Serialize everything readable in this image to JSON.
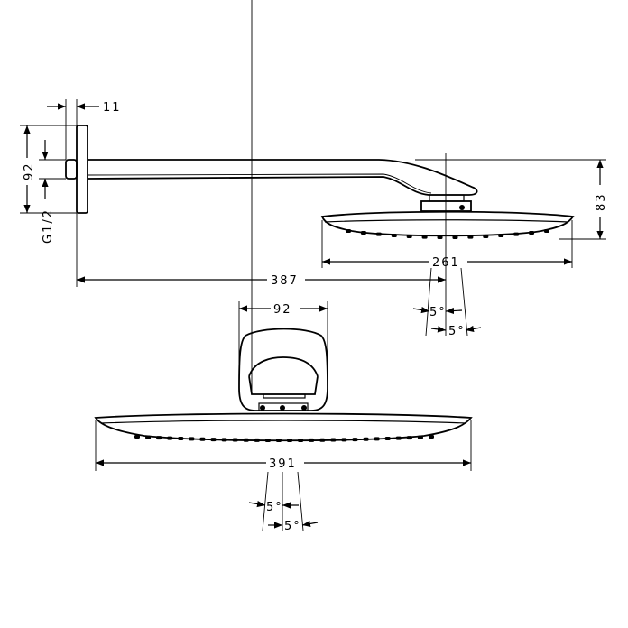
{
  "drawing": {
    "side_view": {
      "dim_plate_depth": "11",
      "dim_plate_height": "92",
      "dim_thread": "G1/2",
      "dim_projection": "387",
      "dim_head_height": "83",
      "dim_head_width": "261",
      "angle_top": "5°",
      "angle_bottom": "5°"
    },
    "front_view": {
      "dim_bracket_width": "92",
      "dim_head_width": "391",
      "angle_top": "5°",
      "angle_bottom": "5°"
    },
    "line_color": "#000000",
    "background_color": "#ffffff"
  }
}
